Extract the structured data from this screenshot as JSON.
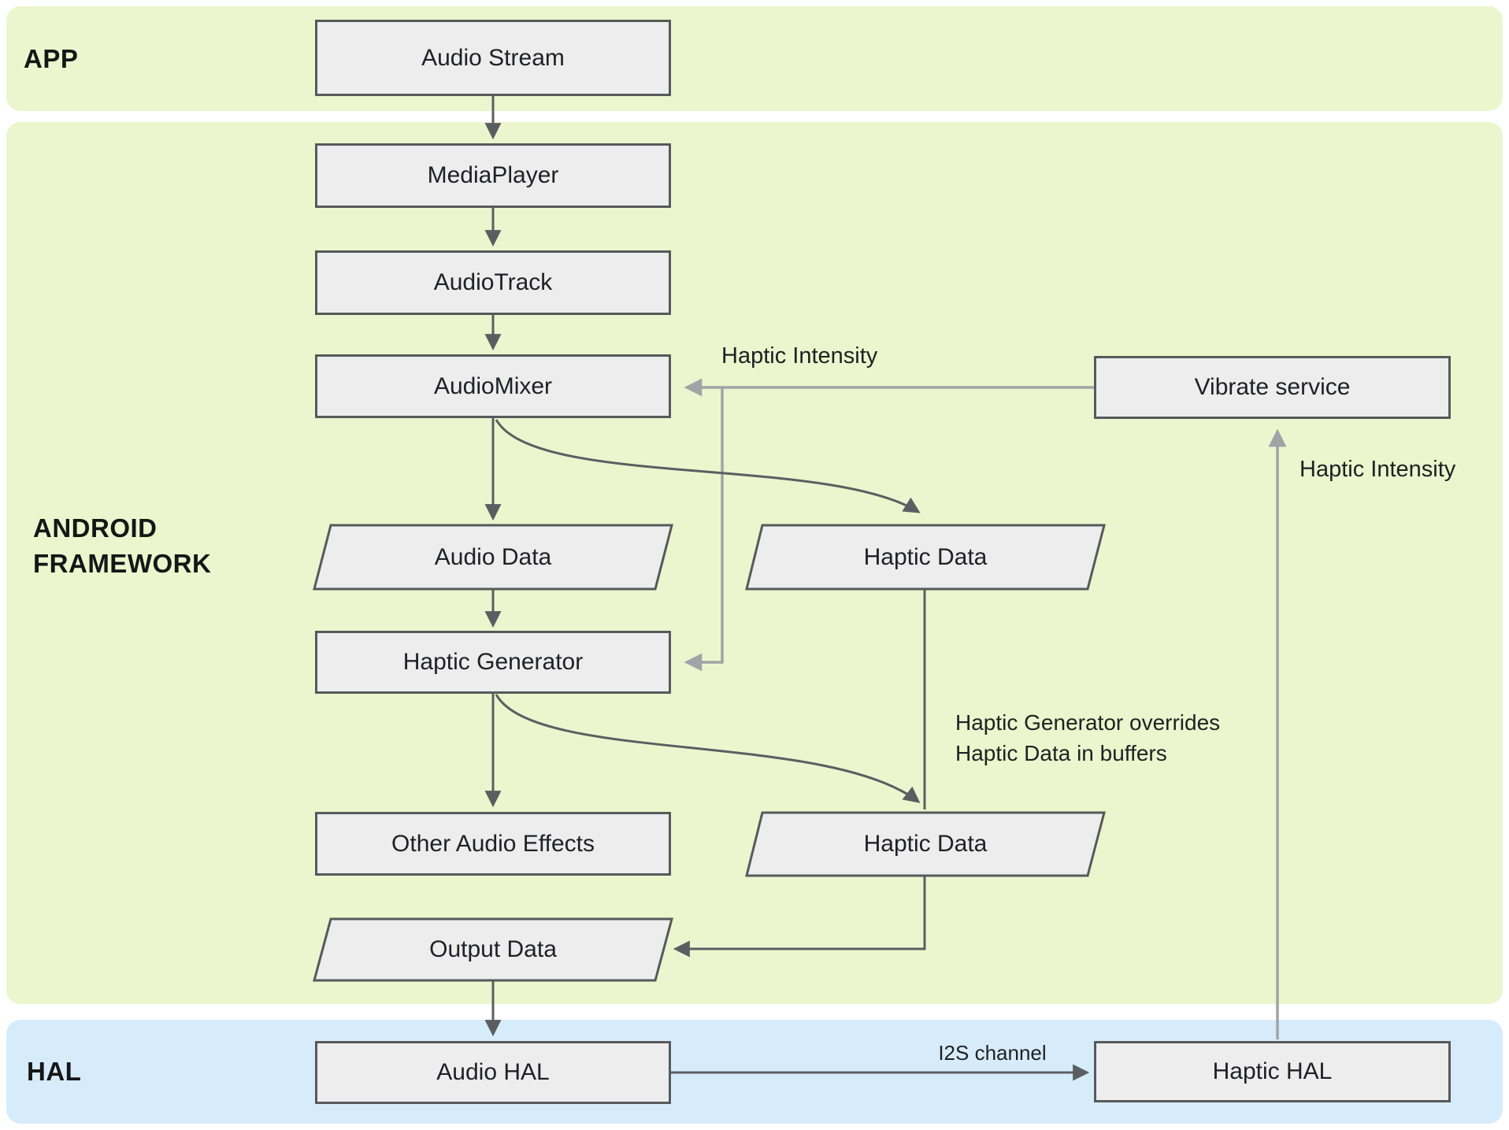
{
  "bands": {
    "app": {
      "label": "APP"
    },
    "framework": {
      "label": "ANDROID FRAMEWORK"
    },
    "hal": {
      "label": "HAL"
    }
  },
  "nodes": {
    "audio_stream": {
      "label": "Audio Stream",
      "shape": "rect"
    },
    "media_player": {
      "label": "MediaPlayer",
      "shape": "rect"
    },
    "audio_track": {
      "label": "AudioTrack",
      "shape": "rect"
    },
    "audio_mixer": {
      "label": "AudioMixer",
      "shape": "rect"
    },
    "audio_data": {
      "label": "Audio Data",
      "shape": "parallelogram"
    },
    "haptic_data_1": {
      "label": "Haptic Data",
      "shape": "parallelogram"
    },
    "haptic_generator": {
      "label": "Haptic Generator",
      "shape": "rect"
    },
    "other_audio_effects": {
      "label": "Other Audio Effects",
      "shape": "rect"
    },
    "haptic_data_2": {
      "label": "Haptic Data",
      "shape": "parallelogram"
    },
    "output_data": {
      "label": "Output Data",
      "shape": "parallelogram"
    },
    "vibrate_service": {
      "label": "Vibrate service",
      "shape": "rect"
    },
    "audio_hal": {
      "label": "Audio HAL",
      "shape": "rect"
    },
    "haptic_hal": {
      "label": "Haptic HAL",
      "shape": "rect"
    }
  },
  "annotations": {
    "haptic_intensity_top": "Haptic Intensity",
    "haptic_intensity_right": "Haptic Intensity",
    "override_note_line1": "Haptic Generator overrides",
    "override_note_line2": "Haptic Data in buffers",
    "i2s_channel": "I2S channel"
  },
  "colors": {
    "band_green": "#ecf5cd",
    "band_blue": "#d7ecfb",
    "node_fill": "#ededed",
    "node_border": "#58595b",
    "arrow_dark": "#5b5e61",
    "arrow_gray": "#a0a4a7",
    "text": "#202124"
  }
}
